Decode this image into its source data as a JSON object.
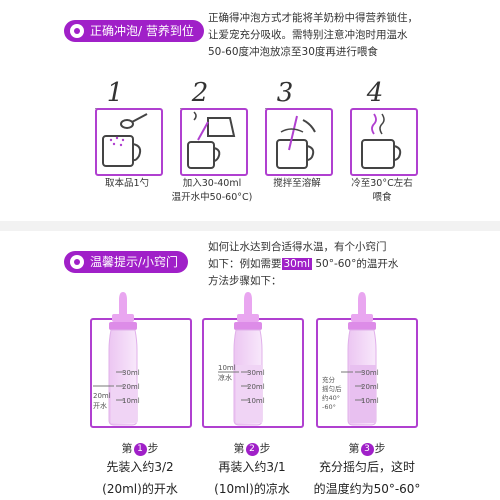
{
  "section1": {
    "title": "正确冲泡/ 营养到位",
    "lines": [
      "正确得冲泡方式才能将羊奶粉中得营养锁住，",
      "让爱宠充分吸收。需特别注意冲泡时用温水",
      "50-60度冲泡放凉至30度再进行喂食"
    ]
  },
  "steps": [
    {
      "num": "1",
      "caption": [
        "取本品1勺"
      ]
    },
    {
      "num": "2",
      "caption": [
        "加入30-40ml",
        "温开水中50-60°C)"
      ]
    },
    {
      "num": "3",
      "caption": [
        "搅拌至溶解"
      ]
    },
    {
      "num": "4",
      "caption": [
        "冷至30°C左右",
        "喂食"
      ]
    }
  ],
  "section2": {
    "title": "温馨提示/小窍门",
    "line1": "如何让水达到合适得水温，有个小窍门",
    "line2_pre": "如下：例如需要",
    "line2_hl": "30ml",
    "line2_post": " 50°-60°的温开水",
    "line3": "方法步骤如下："
  },
  "bottles": [
    {
      "marks": [
        "30ml",
        "20ml",
        "10ml"
      ],
      "side": [
        "20ml",
        "开水"
      ]
    },
    {
      "marks": [
        "30ml",
        "20ml",
        "10ml"
      ],
      "side": [
        "10ml",
        "凉水"
      ]
    },
    {
      "marks": [
        "30ml",
        "20ml",
        "10ml"
      ],
      "side": [
        "充分",
        "摇匀后",
        "约40°",
        "-60°"
      ]
    }
  ],
  "bottom_steps": [
    {
      "pre": "第",
      "num": "1",
      "post": "步",
      "line1": "先装入约3/2",
      "line2": "(20ml)的开水"
    },
    {
      "pre": "第",
      "num": "2",
      "post": "步",
      "line1": "再装入约3/1",
      "line2": "(10ml)的凉水"
    },
    {
      "pre": "第",
      "num": "3",
      "post": "步",
      "line1": "充分摇匀后，这时",
      "line2": "的温度约为50°-60°"
    }
  ],
  "colors": {
    "accent": "#a020c8",
    "frame": "#b040d0"
  }
}
